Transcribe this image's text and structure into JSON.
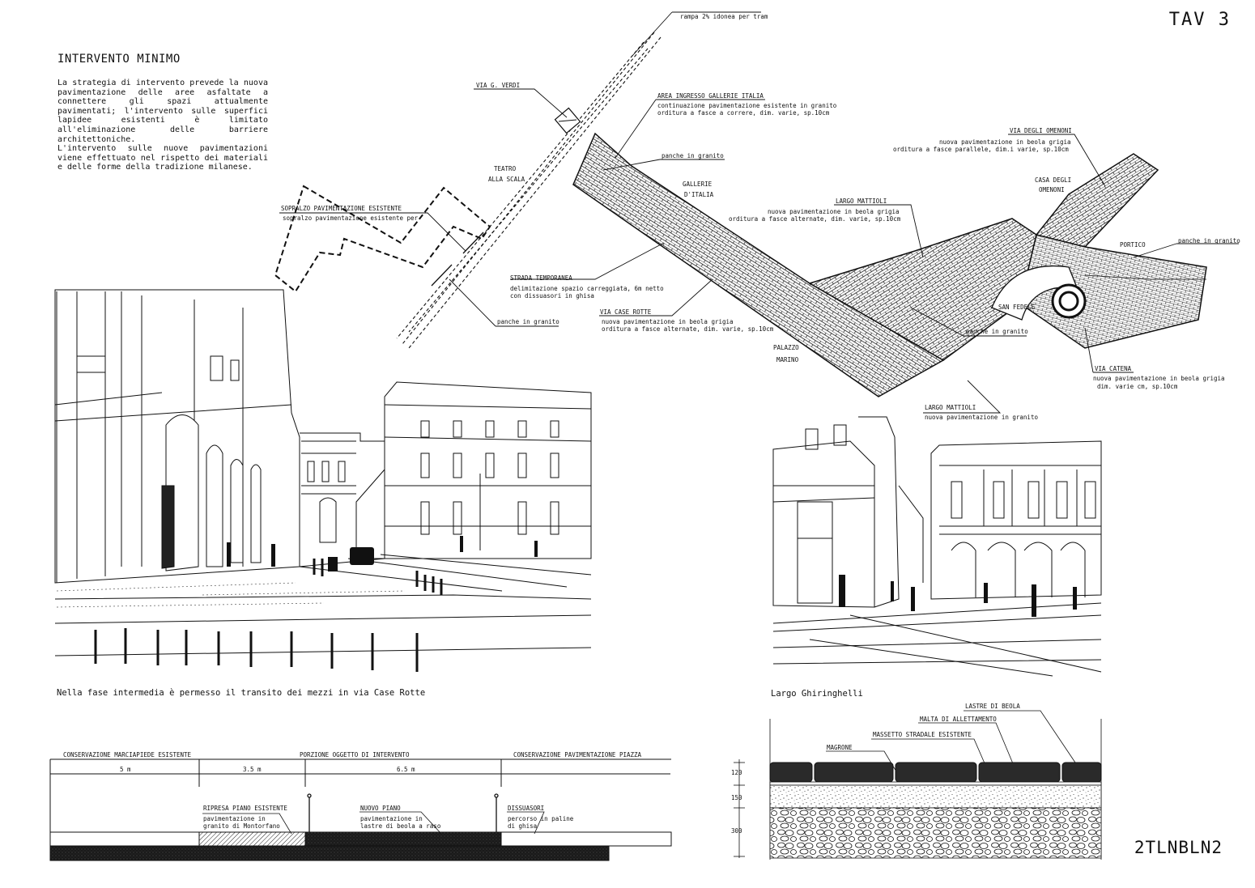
{
  "sheet": {
    "number": "TAV 3",
    "code": "2TLNBLN2"
  },
  "intro": {
    "title": "INTERVENTO MINIMO",
    "paragraph1": "La strategia di intervento prevede la nuova pavimentazione delle aree asfaltate a connettere gli spazi attualmente pavimentati; l'intervento sulle superfici lapidee esistenti è limitato all'eliminazione delle barriere architettoniche.",
    "paragraph2": "L'intervento sulle nuove pavimentazioni viene effettuato nel rispetto dei materiali e delle forme della tradizione milanese."
  },
  "plan_labels": {
    "rampa": "rampa 2% idonea per tram",
    "via_verdi": "VIA G. VERDI",
    "area_ingresso_title": "AREA INGRESSO GALLERIE ITALIA",
    "area_ingresso_desc1": "continuazione pavimentazione esistente in granito",
    "area_ingresso_desc2": "orditura a fasce a correre, dim. varie, sp.10cm",
    "teatro1": "TEATRO",
    "teatro2": "ALLA SCALA",
    "panche_1": "panche in granito",
    "gallerie1": "GALLERIE",
    "gallerie2": "D'ITALIA",
    "via_omenoni_title": "VIA DEGLI OMENONI",
    "via_omenoni_desc1": "nuova pavimentazione in beola grigia",
    "via_omenoni_desc2": "orditura a fasce parallele, dim.i varie, sp.10cm",
    "casa_omenoni1": "CASA DEGLI",
    "casa_omenoni2": "OMENONI",
    "sopralzo_title": "SOPRALZO PAVIMENTAZIONE ESISTENTE",
    "sopralzo_desc": "sopralzo pavimentazione esistente per",
    "largo_mattioli_title": "LARGO MATTIOLI",
    "largo_mattioli_desc1": "nuova pavimentazione in beola grigia",
    "largo_mattioli_desc2": "orditura a fasce alternate, dim. varie, sp.10cm",
    "panche_2": "panche in granito",
    "portico": "PORTICO",
    "strada_title": "STRADA TEMPORANEA",
    "strada_desc1": "delimitazione spazio carreggiata, 6m netto",
    "strada_desc2": "con dissuasori in ghisa",
    "via_case_rotte_title": "VIA CASE ROTTE",
    "via_case_rotte_desc1": "nuova pavimentazione in beola grigia",
    "via_case_rotte_desc2": "orditura a fasce alternate, dim. varie, sp.10cm",
    "san_fedele": "SAN FEDELE",
    "panche_3": "panche in granito",
    "panche_4": "panche in granito",
    "palazzo1": "PALAZZO",
    "palazzo2": "MARINO",
    "via_catena_title": "VIA CATENA",
    "via_catena_desc1": "nuova pavimentazione in beola grigia",
    "via_catena_desc2": "dim. varie cm, sp.10cm",
    "largo_mattioli2_title": "LARGO MATTIOLI",
    "largo_mattioli2_desc": "nuova pavimentazione in granito"
  },
  "captions": {
    "left_sketch": "Nella fase intermedia è permesso il transito dei mezzi in via Case Rotte",
    "right_sketch": "Largo Ghiringhelli"
  },
  "section": {
    "header_left": "CONSERVAZIONE MARCIAPIEDE ESISTENTE",
    "header_mid": "PORZIONE OGGETTO DI INTERVENTO",
    "header_right": "CONSERVAZIONE PAVIMENTAZIONE PIAZZA",
    "dim_1": "5 m",
    "dim_2": "3.5 m",
    "dim_3": "6.5 m",
    "ripresa_title": "RIPRESA PIANO ESISTENTE",
    "ripresa_desc1": "pavimentazione in",
    "ripresa_desc2": "granito di Montorfano",
    "nuovo_title": "NUOVO PIANO",
    "nuovo_desc1": "pavimentazione in",
    "nuovo_desc2": "lastre di beola a raso",
    "dissuasori_title": "DISSUASORI",
    "dissuasori_desc1": "percorso in paline",
    "dissuasori_desc2": "di ghisa"
  },
  "detail": {
    "lastre": "LASTRE DI BEOLA",
    "malta": "MALTA DI ALLETTAMENTO",
    "massetto": "MASSETTO STRADALE ESISTENTE",
    "magrone": "MAGRONE",
    "dim_120": "120",
    "dim_150": "150",
    "dim_300": "300"
  }
}
